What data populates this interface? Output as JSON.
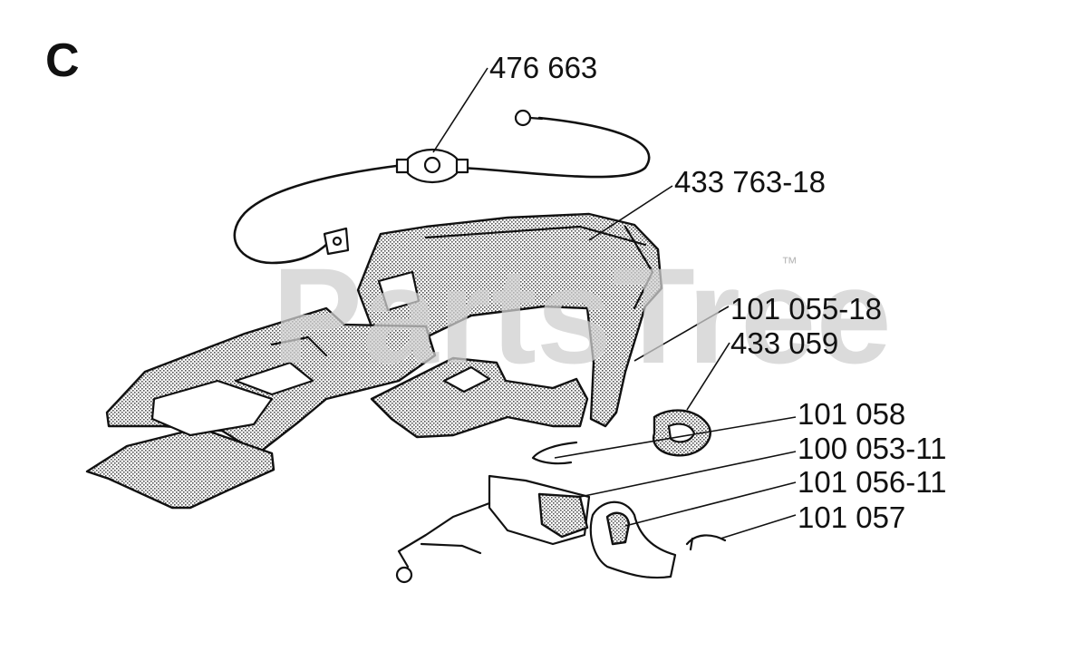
{
  "section_letter": "C",
  "watermark": {
    "text": "PartsTree",
    "trademark": "™"
  },
  "callouts": [
    {
      "id": "476663",
      "label": "476 663"
    },
    {
      "id": "43376318",
      "label": "433 763-18"
    },
    {
      "id": "10105518",
      "label": "101 055-18"
    },
    {
      "id": "433059",
      "label": "433 059"
    },
    {
      "id": "101058",
      "label": "101 058"
    },
    {
      "id": "10005311",
      "label": "100 053-11"
    },
    {
      "id": "10105611",
      "label": "101 056-11"
    },
    {
      "id": "101057",
      "label": "101 057"
    }
  ]
}
